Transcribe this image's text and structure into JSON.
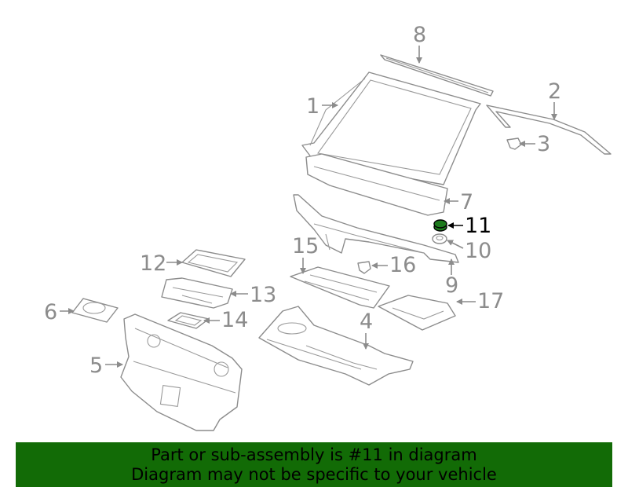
{
  "diagram": {
    "highlight_color": "#126b06",
    "callouts": {
      "c1": "1",
      "c2": "2",
      "c3": "3",
      "c4": "4",
      "c5": "5",
      "c6": "6",
      "c7": "7",
      "c8": "8",
      "c9": "9",
      "c10": "10",
      "c11": "11",
      "c12": "12",
      "c13": "13",
      "c14": "14",
      "c15": "15",
      "c16": "16",
      "c17": "17"
    },
    "highlighted_part": "11"
  },
  "banner": {
    "line1": "Part or sub-assembly is #11 in diagram",
    "line2": "Diagram may not be specific to your vehicle",
    "background": "#126b06"
  }
}
